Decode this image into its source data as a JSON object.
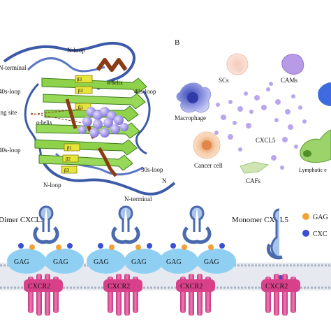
{
  "panelA": {
    "labels": {
      "n_loop_top": "N-loop",
      "n_terminal_top": "N-terminal",
      "s40_loop_left_top": "40s-loop",
      "binding_site": "ing site",
      "alpha_helix_top": "α-helix",
      "s40_loop_right": "40s-loop",
      "alpha_helix_mid": "α-helix",
      "s40_loop_left_bottom": "40s-loop",
      "s30_loop": "30s-loop",
      "n_right": "N",
      "n_loop_bottom": "N-loop",
      "n_terminal_bottom": "N-terminal",
      "beta_labels": [
        "β3",
        "β2",
        "β1",
        "β1",
        "β2",
        "β3"
      ]
    }
  },
  "panelB": {
    "letter": "B",
    "cells": {
      "scs": "SCs",
      "cams": "CAMs",
      "macrophage": "Macrophage",
      "cxcl5": "CXCL5",
      "cancer_cell": "Cancer cell",
      "cafs": "CAFs",
      "lymphatic": "Lymphatic e"
    }
  },
  "panelC": {
    "dimer_title": "Dimer CXCL5",
    "monomer_title": "Monomer CXCL5",
    "legend": [
      {
        "label": "GAG",
        "color": "#f2a23a"
      },
      {
        "label": "CXC",
        "color": "#3a4fd6"
      }
    ],
    "gag": "GAG",
    "receptor": "CXCR2"
  },
  "colors": {
    "strand_green": "#8ed14a",
    "loop_blue": "#3c5aa8",
    "helix_brown": "#8a3b14",
    "sphere_purple": "#a79bea",
    "gag_ellipse": "#8fd0f2",
    "receptor_pink": "#e0559a",
    "membrane": "#cfd6e0"
  }
}
